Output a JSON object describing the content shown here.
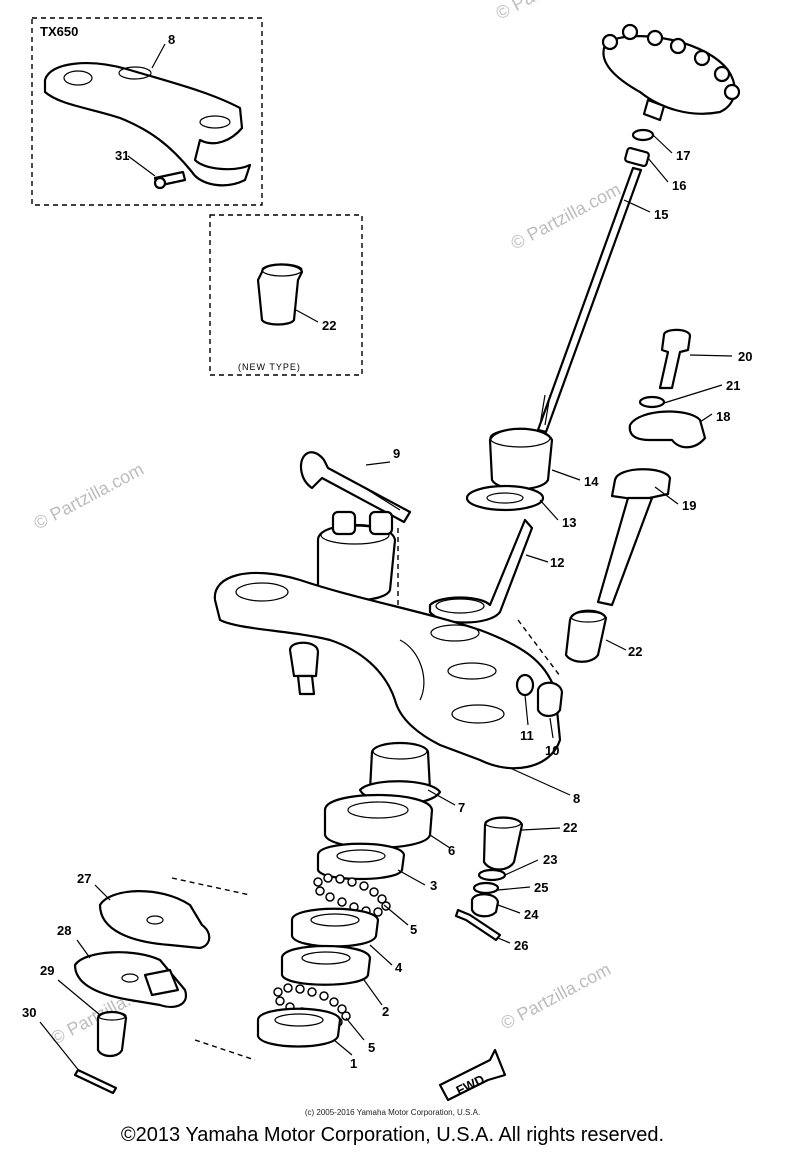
{
  "inset_tx650": {
    "title": "TX650"
  },
  "inset_new_type": {
    "caption": "(NEW TYPE)"
  },
  "fwd_label": "FWD",
  "callouts": [
    "1",
    "2",
    "3",
    "4",
    "5",
    "5",
    "6",
    "7",
    "8",
    "8",
    "9",
    "10",
    "11",
    "12",
    "13",
    "14",
    "15",
    "16",
    "17",
    "18",
    "19",
    "20",
    "21",
    "22",
    "22",
    "22",
    "23",
    "24",
    "25",
    "26",
    "27",
    "28",
    "29",
    "30",
    "31"
  ],
  "watermarks": [
    "© Partzilla.com",
    "© Partzilla.com",
    "© Partzilla.com",
    "© Partzilla.com",
    "© Partzilla.com"
  ],
  "small_copyright": "(c) 2005-2016 Yamaha Motor Corporation, U.S.A.",
  "copyright": "©2013 Yamaha Motor Corporation, U.S.A. All rights reserved."
}
